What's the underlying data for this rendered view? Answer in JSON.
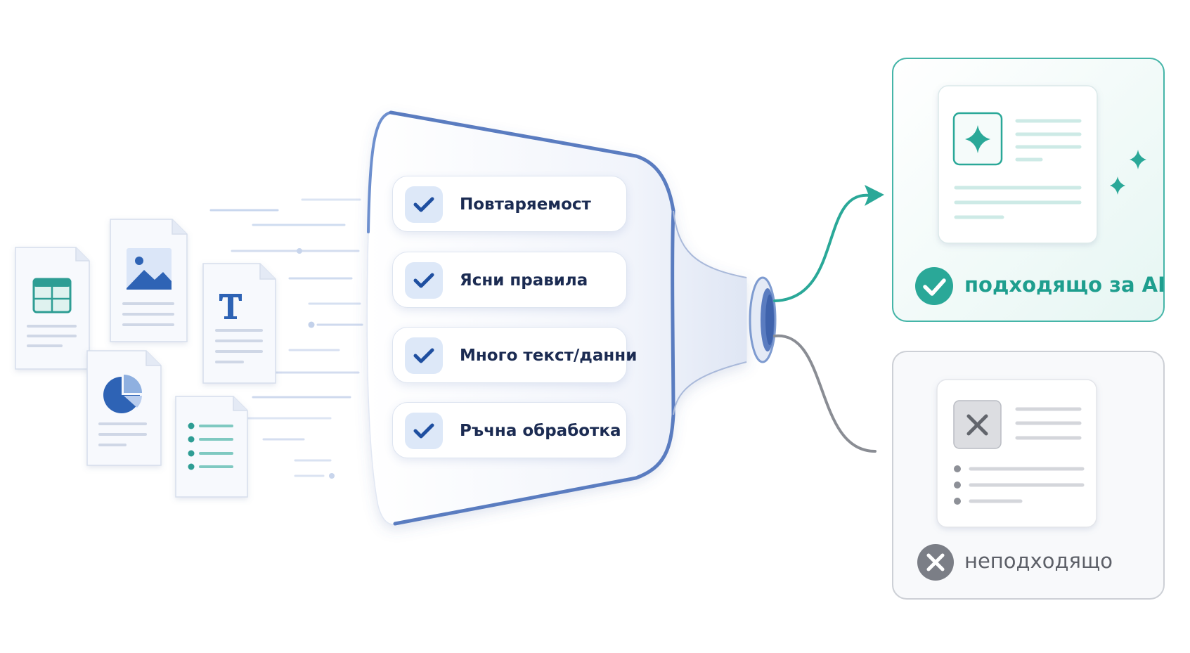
{
  "criteria": [
    {
      "label": "Повтаряемост"
    },
    {
      "label": "Ясни правила"
    },
    {
      "label": "Много текст/данни"
    },
    {
      "label": "Ръчна обработка"
    }
  ],
  "results": {
    "suitable": {
      "label": "подходящо за AI",
      "color": "#2aa898"
    },
    "unsuitable": {
      "label": "неподходящо",
      "color": "#7b7e86"
    }
  },
  "icons": {
    "inputs": [
      "spreadsheet-doc-icon",
      "image-doc-icon",
      "text-doc-icon",
      "pie-chart-doc-icon",
      "list-doc-icon"
    ],
    "check": "check-icon",
    "ai": "sparkle-icon",
    "reject": "close-icon"
  },
  "colors": {
    "funnel_edge": "#5a7cc0",
    "check": "#1f4fa0",
    "accent_teal": "#2aa898",
    "neutral_gray": "#8a8d94"
  }
}
